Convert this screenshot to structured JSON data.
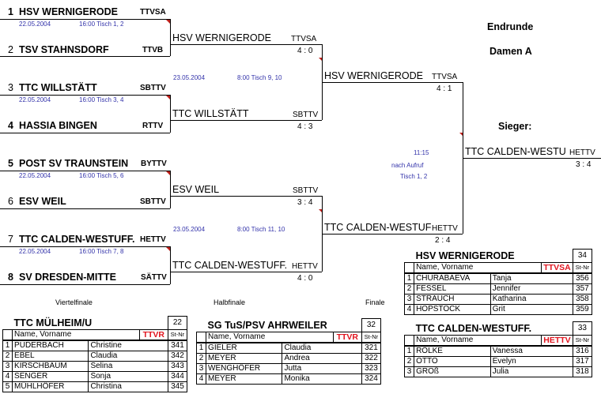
{
  "title": {
    "line1": "Endrunde",
    "line2": "Damen A"
  },
  "winner_label": "Sieger:",
  "round_labels": {
    "quarter": "Viertelfinale",
    "semi": "Halbfinale",
    "final": "Finale"
  },
  "quarterfinals": [
    {
      "a": {
        "seed": "1",
        "name": "HSV WERNIGERODE",
        "assoc": "TTVSA"
      },
      "b": {
        "seed": "2",
        "name": "TSV STAHNSDORF",
        "assoc": "TTVB"
      },
      "date": "22.05.2004",
      "time": "16:00 Tisch 1, 2"
    },
    {
      "a": {
        "seed": "3",
        "name": "TTC WILLSTÄTT",
        "assoc": "SBTTV"
      },
      "b": {
        "seed": "4",
        "name": "HASSIA BINGEN",
        "assoc": "RTTV"
      },
      "date": "22.05.2004",
      "time": "16:00 Tisch 3, 4"
    },
    {
      "a": {
        "seed": "5",
        "name": "POST SV TRAUNSTEIN",
        "assoc": "BYTTV"
      },
      "b": {
        "seed": "6",
        "name": "ESV WEIL",
        "assoc": "SBTTV"
      },
      "date": "22.05.2004",
      "time": "16:00 Tisch 5, 6"
    },
    {
      "a": {
        "seed": "7",
        "name": "TTC CALDEN-WESTUFF.",
        "assoc": "HETTV"
      },
      "b": {
        "seed": "8",
        "name": "SV DRESDEN-MITTE",
        "assoc": "SÄTTV"
      },
      "date": "22.05.2004",
      "time": "16:00 Tisch 7, 8"
    }
  ],
  "semis_entrants": [
    {
      "name": "HSV WERNIGERODE",
      "assoc": "TTVSA",
      "score": "4 : 0"
    },
    {
      "name": "TTC WILLSTÄTT",
      "assoc": "SBTTV",
      "score": "4 : 3"
    },
    {
      "name": "ESV WEIL",
      "assoc": "SBTTV",
      "score": "3 : 4"
    },
    {
      "name": "TTC CALDEN-WESTUFF.",
      "assoc": "HETTV",
      "score": "4 : 0"
    }
  ],
  "semi_info": [
    {
      "date": "23.05.2004",
      "time": "8:00 Tisch 9, 10"
    },
    {
      "date": "23.05.2004",
      "time": "8:00 Tisch 11, 10"
    }
  ],
  "final_entrants": [
    {
      "name": "HSV WERNIGERODE",
      "assoc": "TTVSA",
      "score": "4 : 1"
    },
    {
      "name": "TTC CALDEN-WESTUF",
      "assoc": "HETTV",
      "score": "2 : 4"
    }
  ],
  "final_info": {
    "time": "11:15",
    "note": "nach Aufruf",
    "table": "Tisch 1, 2"
  },
  "winner": {
    "name": "TTC CALDEN-WESTU",
    "assoc": "HETTV",
    "score": "3 : 4"
  },
  "teams": [
    {
      "name": "TTC MÜLHEIM/U",
      "num": "22",
      "assoc": "TTVR",
      "header_name": "Name, Vorname",
      "header_nr": "St-Nr",
      "players": [
        [
          "1",
          "PUDERBACH",
          "Christine",
          "341"
        ],
        [
          "2",
          "EBEL",
          "Claudia",
          "342"
        ],
        [
          "3",
          "KIRSCHBAUM",
          "Selina",
          "343"
        ],
        [
          "4",
          "SENGER",
          "Sonja",
          "344"
        ],
        [
          "5",
          "MÜHLHÖFER",
          "Christina",
          "345"
        ]
      ]
    },
    {
      "name": "SG TuS/PSV AHRWEILER",
      "num": "32",
      "assoc": "TTVR",
      "header_name": "Name, Vorname",
      "header_nr": "St-Nr",
      "players": [
        [
          "1",
          "GIELER",
          "Claudia",
          "321"
        ],
        [
          "2",
          "MEYER",
          "Andrea",
          "322"
        ],
        [
          "3",
          "WENGHÖFER",
          "Jutta",
          "323"
        ],
        [
          "4",
          "MEYER",
          "Monika",
          "324"
        ]
      ]
    },
    {
      "name": "HSV WERNIGERODE",
      "num": "34",
      "assoc": "TTVSA",
      "header_name": "Name, Vorname",
      "header_nr": "St-Nr",
      "players": [
        [
          "1",
          "CHURABAEVA",
          "Tanja",
          "356"
        ],
        [
          "2",
          "FESSEL",
          "Jennifer",
          "357"
        ],
        [
          "3",
          "STRAUCH",
          "Katharina",
          "358"
        ],
        [
          "4",
          "HOPSTOCK",
          "Grit",
          "359"
        ]
      ]
    },
    {
      "name": "TTC CALDEN-WESTUFF.",
      "num": "33",
      "assoc": "HETTV",
      "header_name": "Name, Vorname",
      "header_nr": "St-Nr",
      "players": [
        [
          "1",
          "RÖLKE",
          "Vanessa",
          "316"
        ],
        [
          "2",
          "OTTO",
          "Evelyn",
          "317"
        ],
        [
          "3",
          "GROß",
          "Julia",
          "318"
        ]
      ]
    }
  ]
}
